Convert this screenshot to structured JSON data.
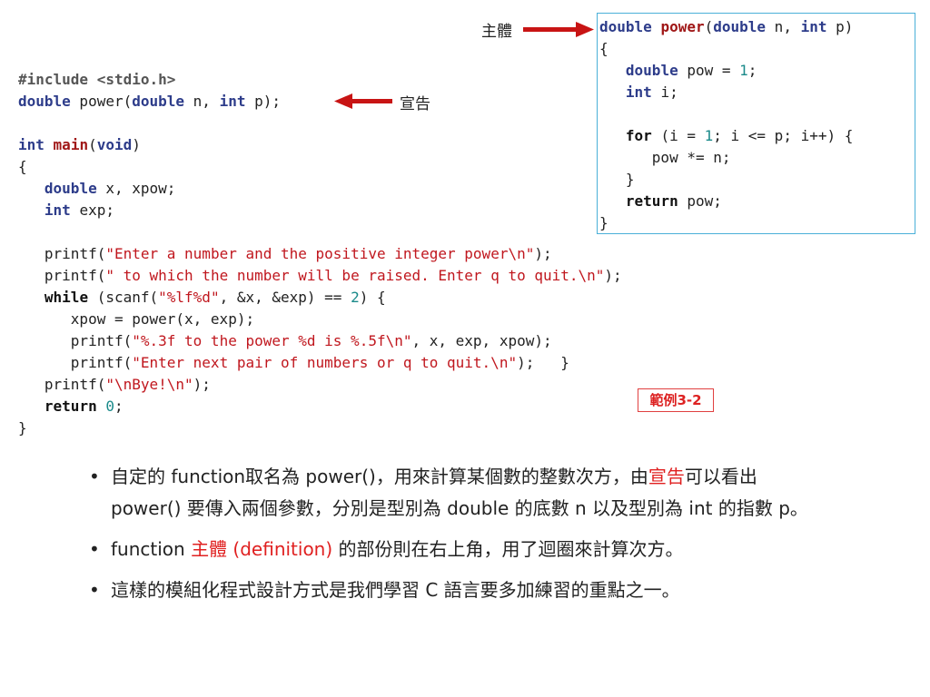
{
  "labels": {
    "body": "主體",
    "declaration": "宣告",
    "example": "範例3-2"
  },
  "main_code": {
    "l1": "#include <stdio.h>",
    "l2_kw1": "double",
    "l2_a": " power(",
    "l2_kw2": "double",
    "l2_b": " n, ",
    "l2_kw3": "int",
    "l2_c": " p);",
    "l4_kw": "int",
    "l4_fn": "main",
    "l4_a": "(",
    "l4_kw2": "void",
    "l4_b": ")",
    "l5": "{",
    "l6_kw": "double",
    "l6_a": " x, xpow;",
    "l7_kw": "int",
    "l7_a": " exp;",
    "l9_a": "printf(",
    "l9_s": "\"Enter a number and the positive integer power\\n\"",
    "l9_b": ");",
    "l10_a": "printf(",
    "l10_s": "\" to which the number will be raised. Enter q to quit.\\n\"",
    "l10_b": ");",
    "l11_kw": "while",
    "l11_a": " (scanf(",
    "l11_s": "\"%lf%d\"",
    "l11_b": ", &x, &exp) == ",
    "l11_n": "2",
    "l11_c": ") {",
    "l12": "xpow = power(x, exp);",
    "l13_a": "printf(",
    "l13_s": "\"%.3f to the power %d is %.5f\\n\"",
    "l13_b": ", x, exp, xpow);",
    "l14_a": "printf(",
    "l14_s": "\"Enter next pair of numbers or q to quit.\\n\"",
    "l14_b": ");   }",
    "l15_a": "printf(",
    "l15_s": "\"\\nBye!\\n\"",
    "l15_b": ");",
    "l16_kw": "return",
    "l16_n": "0",
    "l16_b": ";",
    "l17": "}"
  },
  "power_code": {
    "p1_kw": "double",
    "p1_fn": "power",
    "p1_a": "(",
    "p1_kw2": "double",
    "p1_b": " n, ",
    "p1_kw3": "int",
    "p1_c": " p)",
    "p2": "{",
    "p3_kw": "double",
    "p3_a": " pow = ",
    "p3_n": "1",
    "p3_b": ";",
    "p4_kw": "int",
    "p4_a": " i;",
    "p6_kw": "for",
    "p6_a": " (i = ",
    "p6_n": "1",
    "p6_b": "; i <= p; i++) {",
    "p7": "pow *= n;",
    "p8": "}",
    "p9_kw": "return",
    "p9_a": " pow;",
    "p10": "}"
  },
  "bullets": {
    "b1_a": "自定的 function取名為 power()，用來計算某個數的整數次方，由",
    "b1_red": "宣告",
    "b1_b": "可以看出 power() 要傳入兩個參數，分別是型別為 double 的底數 n 以及型別為 int 的指數 p。",
    "b2_a": "function ",
    "b2_red": "主體 (definition)",
    "b2_b": " 的部份則在右上角，用了迴圈來計算次方。",
    "b3": "這樣的模組化程式設計方式是我們學習 C 語言要多加練習的重點之一。"
  },
  "colors": {
    "arrow": "#c81414",
    "box_border": "#4ab0d8",
    "highlight": "#e02020"
  }
}
